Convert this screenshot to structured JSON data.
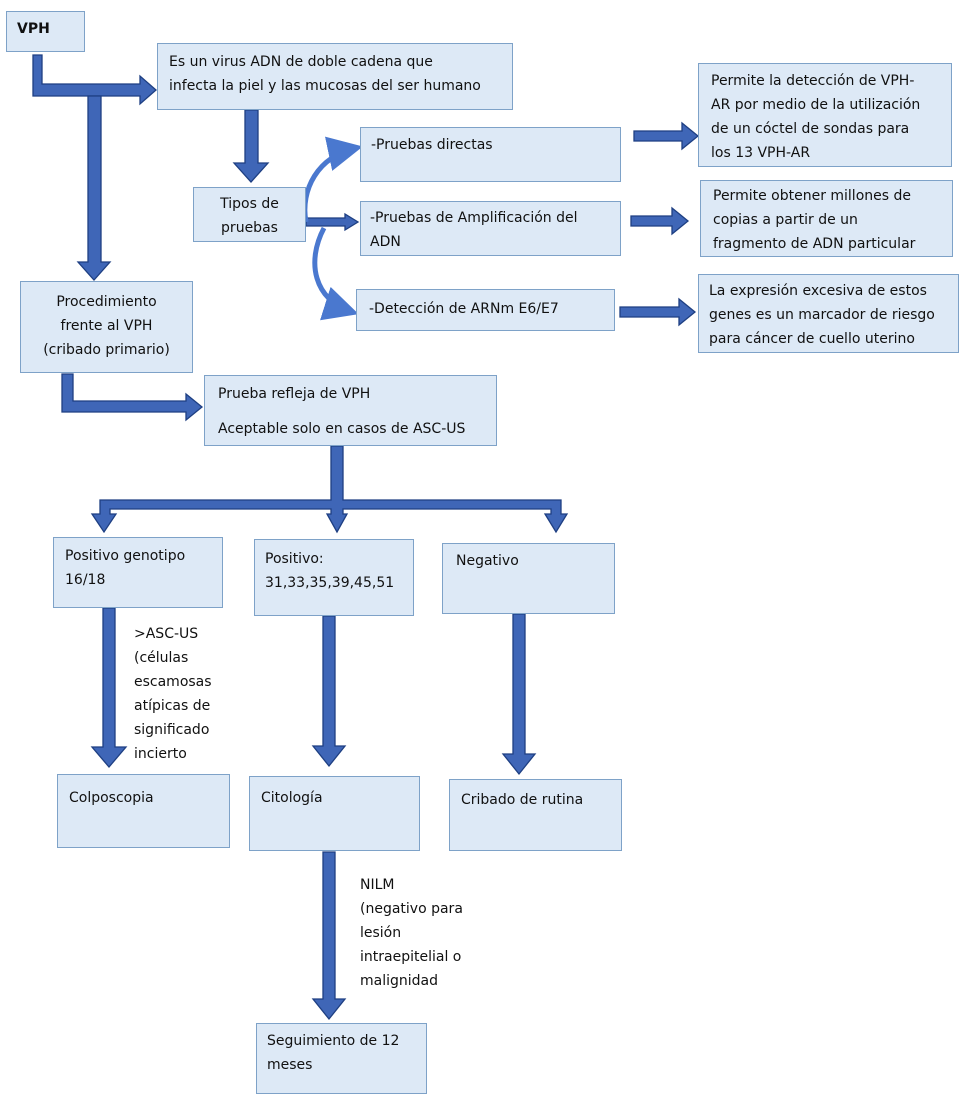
{
  "nodes": {
    "vph": "VPH",
    "virus_desc": "Es un virus ADN de doble cadena que\ninfecta la piel y las mucosas del ser humano",
    "tipos": "Tipos de\npruebas",
    "directas": "-Pruebas directas",
    "amplificacion": "-Pruebas de Amplificación del\nADN",
    "arnm": "-Detección de ARNm E6/E7",
    "directas_desc": "Permite la detección de VPH-\nAR por medio de la utilización\nde un cóctel de sondas para\nlos 13 VPH-AR",
    "amplificacion_desc": "Permite obtener millones de\ncopias a partir de un\nfragmento de ADN particular",
    "arnm_desc": "La expresión excesiva de estos\ngenes es un marcador de riesgo\npara cáncer de cuello uterino",
    "procedimiento": "Procedimiento\nfrente al VPH\n(cribado primario)",
    "prueba_refleja_line1": "Prueba refleja de VPH",
    "prueba_refleja_line2": "Aceptable solo en casos de ASC-US",
    "positivo_1618": "Positivo genotipo\n16/18",
    "positivo_otros": "Positivo:\n31,33,35,39,45,51",
    "negativo": "Negativo",
    "colposcopia": "Colposcopia",
    "citologia": "Citología",
    "cribado_rutina": "Cribado de rutina",
    "seguimiento": "Seguimiento de 12\nmeses"
  },
  "annotations": {
    "asc_us": ">ASC-US\n(células\nescamosas\natípicas de\nsignificado\nincierto",
    "nilm": "NILM\n(negativo para\nlesión\nintraepitelial o\nmalignidad"
  },
  "colors": {
    "box_fill": "#dde9f6",
    "box_border": "#7ea2c8",
    "arrow_fill": "#3f66b7",
    "arrow_stroke": "#1e3f82",
    "curve": "#4a78cf"
  }
}
